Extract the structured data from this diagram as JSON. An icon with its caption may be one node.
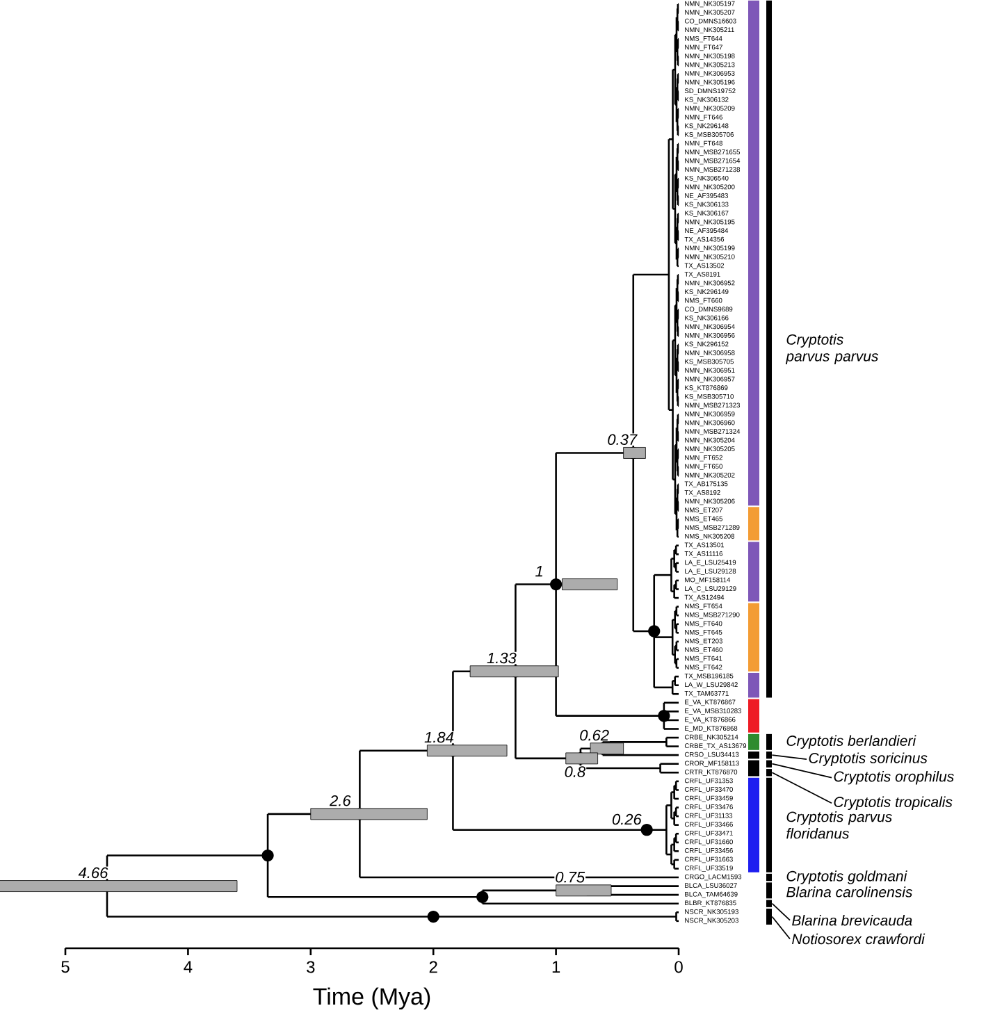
{
  "diagram": {
    "nodes": [
      {
        "text": [
          "Cryptotis parvus parvus"
        ]
      },
      {
        "text": [
          "Cryptotis berlandieri"
        ]
      },
      {
        "text": [
          "Cryptotis soricinus"
        ]
      },
      {
        "text": [],
        "shape": "bar"
      },
      {
        "text": [
          "Cryptotis orophilus"
        ]
      },
      {
        "text": [],
        "shape": "bar"
      },
      {
        "text": [
          "Cryptotis tropicalis"
        ]
      },
      {
        "text": [],
        "shape": "bar"
      },
      {
        "text": [
          "Cryptotis parvus floridanus"
        ]
      },
      {
        "text": [
          "Cryptotis goldmani"
        ]
      },
      {
        "text": [
          "Blarina carolinensis"
        ]
      },
      {
        "text": [
          "Blarina brevicauda"
        ]
      },
      {
        "text": [],
        "shape": "bar"
      },
      {
        "text": [
          "Notiosorex crawfordi"
        ]
      },
      {
        "text": [],
        "shape": "bar"
      }
    ],
    "edges": [
      {
        "from": 2,
        "to": 3,
        "arrow": "none"
      },
      {
        "from": 4,
        "to": 5,
        "arrow": "none"
      },
      {
        "from": 6,
        "to": 7,
        "arrow": "none"
      },
      {
        "from": 11,
        "to": 12,
        "arrow": "none"
      },
      {
        "from": 13,
        "to": 14,
        "arrow": "none"
      }
    ],
    "labels": [
      "NMN_NK305197",
      "NMN_NK305207",
      "CO_DMNS16603",
      "NMN_NK305211",
      "NMS_FT644",
      "NMN_FT647",
      "NMN_NK305198",
      "NMN_NK305213",
      "NMN_NK306953",
      "NMN_NK305196",
      "SD_DMNS19752",
      "KS_NK306132",
      "NMN_NK305209",
      "NMN_FT646",
      "KS_NK296148",
      "KS_MSB305706",
      "NMN_FT648",
      "NMN_MSB271655",
      "NMN_MSB271654",
      "NMN_MSB271238",
      "KS_NK306540",
      "NMN_NK305200",
      "NE_AF395483",
      "KS_NK306133",
      "KS_NK306167",
      "NMN_NK305195",
      "NE_AF395484",
      "TX_AS14356",
      "NMN_NK305199",
      "NMN_NK305210",
      "TX_AS13502",
      "TX_AS8191",
      "NMN_NK306952",
      "KS_NK296149",
      "NMS_FT660",
      "CO_DMNS9689",
      "KS_NK306166",
      "NMN_NK306954",
      "NMN_NK306956",
      "KS_NK296152",
      "NMN_NK306958",
      "KS_MSB305705",
      "NMN_NK306951",
      "NMN_NK306957",
      "KS_KT876869",
      "KS_MSB305710",
      "NMN_MSB271323",
      "NMN_NK306959",
      "NMN_NK306960",
      "NMN_MSB271324",
      "NMN_NK305204",
      "NMN_NK305205",
      "NMN_FT652",
      "NMN_FT650",
      "NMN_NK305202",
      "TX_AB175135",
      "TX_AS8192",
      "NMN_NK305206",
      "NMS_ET207",
      "NMS_ET465",
      "NMS_MSB271289",
      "NMS_NK305208",
      "TX_AS13501",
      "TX_AS11116",
      "LA_E_LSU25419",
      "LA_E_LSU29128",
      "MO_MF158114",
      "LA_C_LSU29129",
      "TX_AS12494",
      "NMS_FT654",
      "NMS_MSB271290",
      "NMS_FT640",
      "NMS_FT645",
      "NMS_ET203",
      "NMS_ET460",
      "NMS_FT641",
      "NMS_FT642",
      "TX_MSB196185",
      "LA_W_LSU29842",
      "TX_TAM63771",
      "E_VA_KT876867",
      "E_VA_MSB310283",
      "E_VA_KT876866",
      "E_MD_KT876868",
      "CRBE_NK305214",
      "CRBE_TX_AS13679",
      "CRSO_LSU34413",
      "CROR_MF158113",
      "CRTR_KT876870",
      "CRFL_UF31353",
      "CRFL_UF33470",
      "CRFL_UF33459",
      "CRFL_UF33476",
      "CRFL_UF31133",
      "CRFL_UF33466",
      "CRFL_UF33471",
      "CRFL_UF31660",
      "CRFL_UF33456",
      "CRFL_UF31663",
      "CRFL_UF33519",
      "CRGO_LACM1593",
      "BLCA_LSU36027",
      "BLCA_TAM64639",
      "BLBR_KT876835",
      "NSCR_NK305193",
      "NSCR_NK305203",
      "0.37",
      "1",
      "0.62",
      "1.33",
      "0.8",
      "1.84",
      "0.26",
      "2.6",
      "4.66",
      "0.75",
      "5",
      "4",
      "3",
      "2",
      "1",
      "0",
      "Time (Mya)"
    ]
  }
}
